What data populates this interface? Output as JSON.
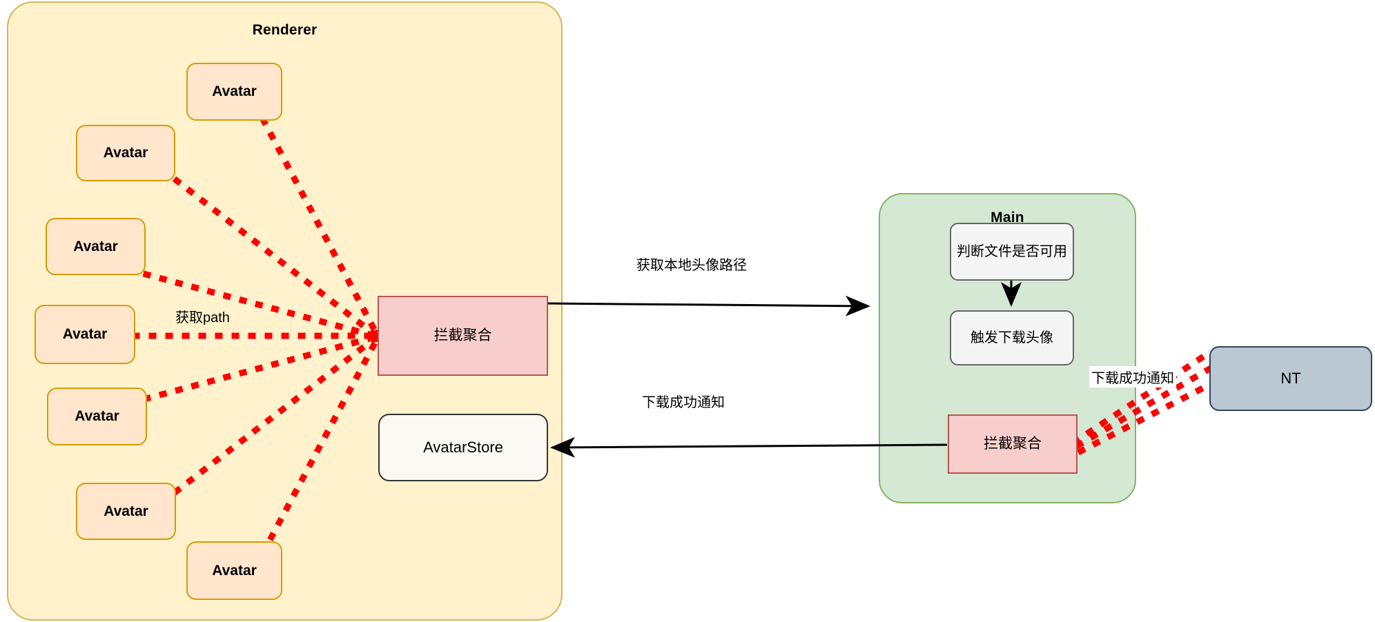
{
  "diagram": {
    "title_renderer": "Renderer",
    "title_main": "Main",
    "colors": {
      "renderer_fill": "#fff2cc",
      "renderer_stroke": "#d6b656",
      "main_fill": "#d5e8d4",
      "main_stroke": "#82b366",
      "avatar_fill": "#ffe6cc",
      "avatar_stroke": "#d79b00",
      "intercept_fill": "#f8cecc",
      "intercept_stroke": "#b85450",
      "store_fill": "#fafaf2",
      "store_stroke": "#333333",
      "process_fill": "#f5f5f5",
      "process_stroke": "#666666",
      "nt_fill": "#bac8d3",
      "nt_stroke": "#31445a",
      "dotted_edge": "#ff0000",
      "solid_edge": "#000000"
    }
  },
  "renderer": {
    "label": "Renderer",
    "avatars": [
      {
        "label": "Avatar"
      },
      {
        "label": "Avatar"
      },
      {
        "label": "Avatar"
      },
      {
        "label": "Avatar"
      },
      {
        "label": "Avatar"
      },
      {
        "label": "Avatar"
      },
      {
        "label": "Avatar"
      }
    ],
    "intercept": {
      "label": "拦截聚合"
    },
    "store": {
      "label": "AvatarStore"
    }
  },
  "main": {
    "label": "Main",
    "steps": [
      {
        "label": "判断文件是否可用"
      },
      {
        "label": "触发下载头像"
      }
    ],
    "intercept": {
      "label": "拦截聚合"
    }
  },
  "nt": {
    "label": "NT"
  },
  "edges": {
    "get_path": "获取path",
    "get_local_avatar_path": "获取本地头像路径",
    "download_success_notify": "下载成功通知",
    "download_success_notify_nt": "下载成功通知"
  }
}
